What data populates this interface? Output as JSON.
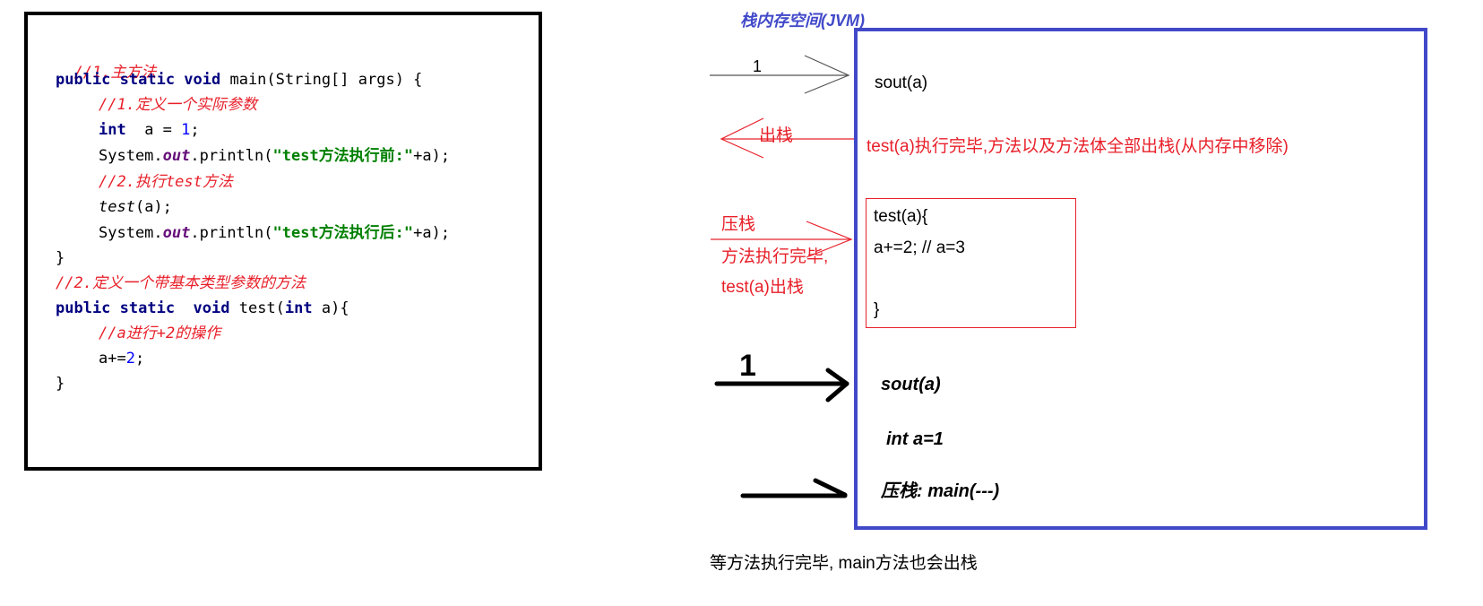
{
  "code": {
    "line1_comment": "//1.主方法",
    "line2_kw": "public static void",
    "line2_rest": " main(String[] args) {",
    "line3_comment": "//1.定义一个实际参数",
    "line4_kw": "int",
    "line4_mid": "  a = ",
    "line4_num": "1",
    "line4_end": ";",
    "line5_a": "System.",
    "line5_field": "out",
    "line5_b": ".println(",
    "line5_str": "\"test方法执行前:\"",
    "line5_c": "+a);",
    "line6_comment": "//2.执行test方法",
    "line7_call": "test",
    "line7_rest": "(a);",
    "line8_a": "System.",
    "line8_field": "out",
    "line8_b": ".println(",
    "line8_str": "\"test方法执行后:\"",
    "line8_c": "+a);",
    "line9": "}",
    "line10_comment": "//2.定义一个带基本类型参数的方法",
    "line11_kw1": "public static",
    "line11_mid": "  ",
    "line11_kw2": "void",
    "line11_b": " test(",
    "line11_kw3": "int",
    "line11_c": " a){",
    "line12_comment": "//a进行+2的操作",
    "line13_a": "a+=",
    "line13_num": "2",
    "line13_end": ";",
    "line14": "}"
  },
  "diagram": {
    "title": "栈内存空间(JVM)",
    "arrow_top_label": "1",
    "sout_top": "sout(a)",
    "pop_label": "出栈",
    "pop_desc": "test(a)执行完毕,方法以及方法体全部出栈(从内存中移除)",
    "push_label_1": "压栈",
    "push_label_2": "方法执行完毕,",
    "push_label_3": "test(a)出栈",
    "frame_line1": "test(a){",
    "frame_line2": " a+=2; // a=3",
    "frame_line3": "}",
    "arrow_bold_label": "1",
    "sout_bottom": "sout(a)",
    "int_a": "int a=1",
    "push_main": "压栈: main(---)",
    "footer": "等方法执行完毕, main方法也会出栈"
  },
  "colors": {
    "stack_border": "#4149c9",
    "annotation_red": "#e8202a",
    "keyword": "#000080",
    "string": "#008000",
    "number": "#0000ff"
  }
}
